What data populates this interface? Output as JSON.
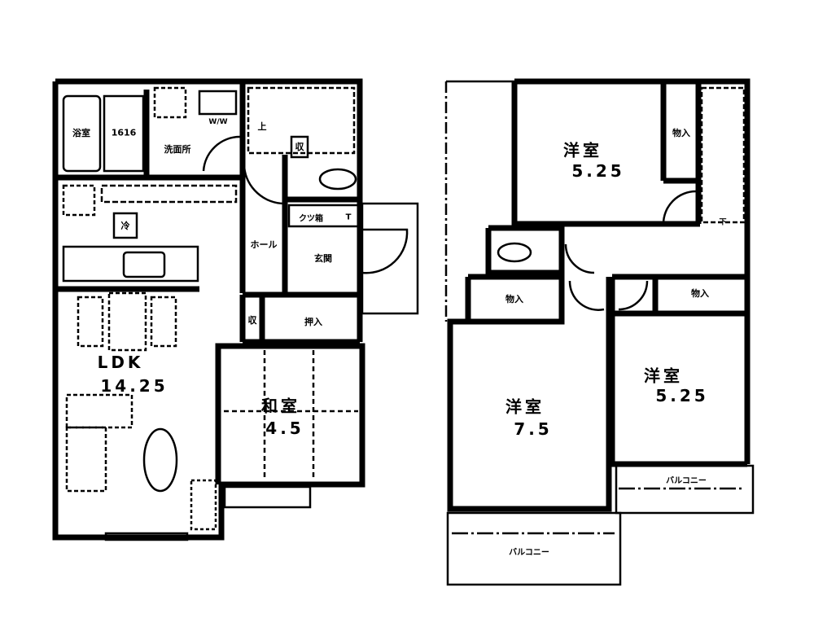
{
  "floor1": {
    "bath": "浴室",
    "bath_size": "1616",
    "washroom": "洗面所",
    "washer": "W/W",
    "fridge": "冷",
    "storage_small": "収",
    "stairs_up": "上",
    "hall": "ホール",
    "entrance": "玄関",
    "shoe_box": "クツ箱",
    "shoe_box_t": "T",
    "closet": "押入",
    "storage": "収",
    "ldk_name": "LDK",
    "ldk_size": "14.25",
    "washitsu_name": "和室",
    "washitsu_size": "4.5"
  },
  "floor2": {
    "room1_name": "洋室",
    "room1_size": "5.25",
    "room1_closet": "物入",
    "stairs_down": "下",
    "closet_left": "物入",
    "closet_right": "物入",
    "room2_name": "洋室",
    "room2_size": "7.5",
    "room3_name": "洋室",
    "room3_size": "5.25",
    "balcony_right": "バルコニー",
    "balcony_bottom": "バルコニー"
  }
}
